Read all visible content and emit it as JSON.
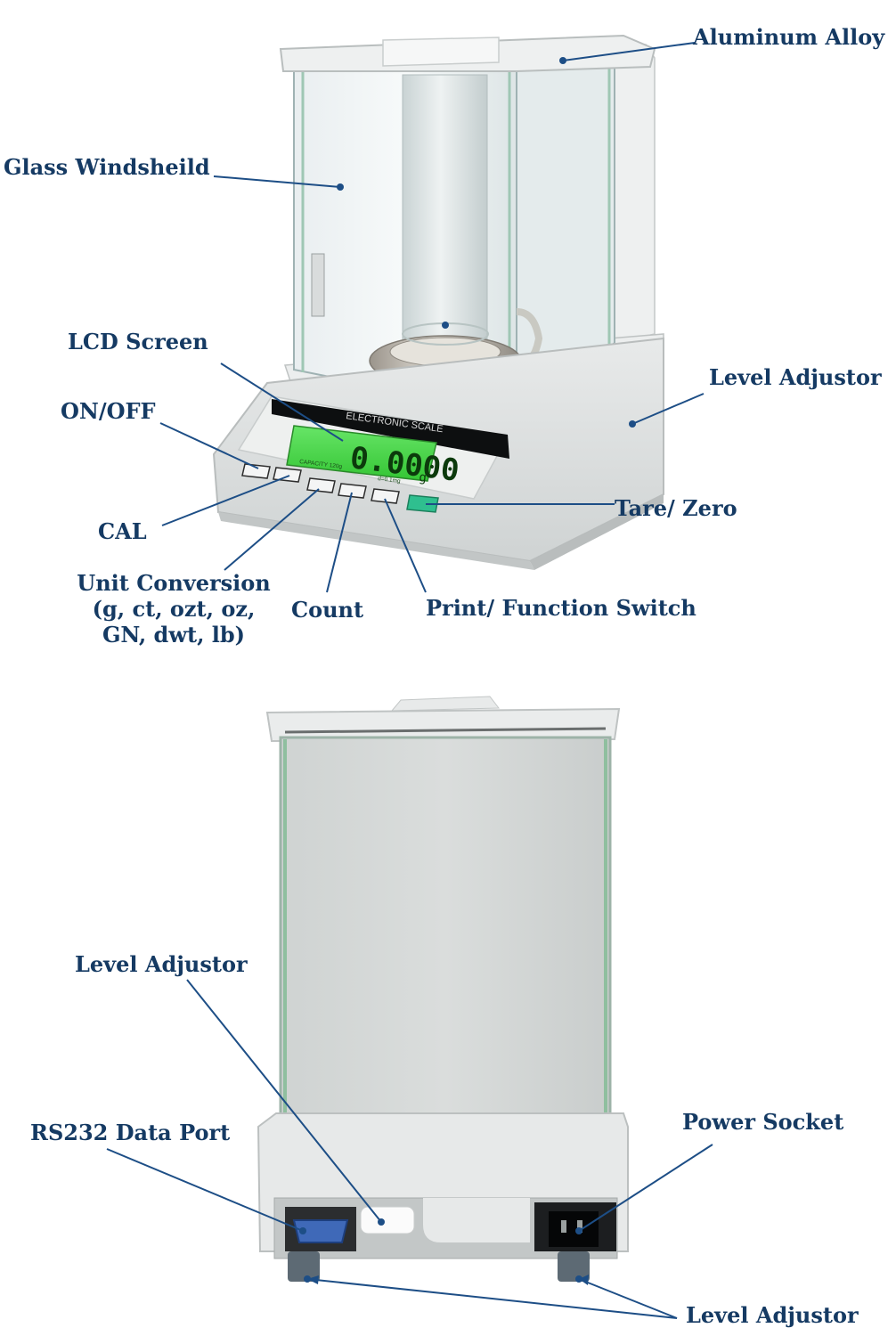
{
  "front_view": {
    "display": {
      "brand_strip": "ELECTRONIC SCALE",
      "reading": "0.0000",
      "unit": "g",
      "capacity_text": "CAPACITY 120g",
      "accuracy_text": "d=0.1mg"
    },
    "callouts": {
      "aluminum_alloy": "Aluminum Alloy",
      "glass_windshield": "Glass Windsheild",
      "lcd_screen": "LCD Screen",
      "level_adjustor": "Level Adjustor",
      "on_off": "ON/OFF",
      "cal": "CAL",
      "tare_zero": "Tare/ Zero",
      "unit_conversion": [
        "Unit Conversion",
        "(g, ct, ozt, oz,",
        "GN, dwt, lb)"
      ],
      "count": "Count",
      "print_function_switch": "Print/ Function Switch"
    }
  },
  "rear_view": {
    "callouts": {
      "level_adjustor_top": "Level Adjustor",
      "rs232_data_port": "RS232 Data Port",
      "power_socket": "Power Socket",
      "level_adjustor_bottom": "Level Adjustor"
    }
  },
  "colors": {
    "label_text": "#153a63",
    "leader_line": "#1d4e86",
    "lcd_green": "#3fd43f",
    "tare_button": "#2fbf8f",
    "db9_blue": "#3f69b8"
  }
}
